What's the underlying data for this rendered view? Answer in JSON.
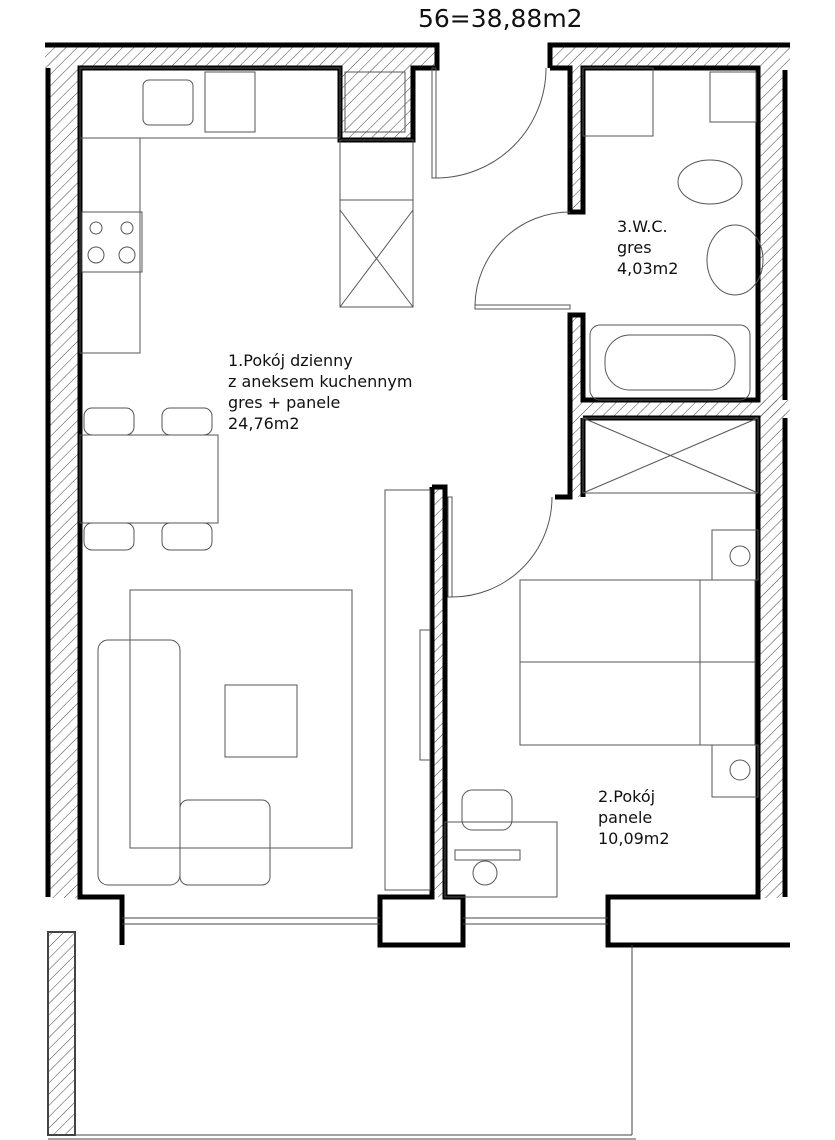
{
  "title": "56=38,88m2",
  "rooms": [
    {
      "lines": [
        "1.Pokój dzienny",
        "z aneksem kuchennym",
        "gres + panele",
        "24,76m2"
      ]
    },
    {
      "lines": [
        "2.Pokój",
        "panele",
        "10,09m2"
      ]
    },
    {
      "lines": [
        "3.W.C.",
        "gres",
        "4,03m2"
      ]
    }
  ]
}
